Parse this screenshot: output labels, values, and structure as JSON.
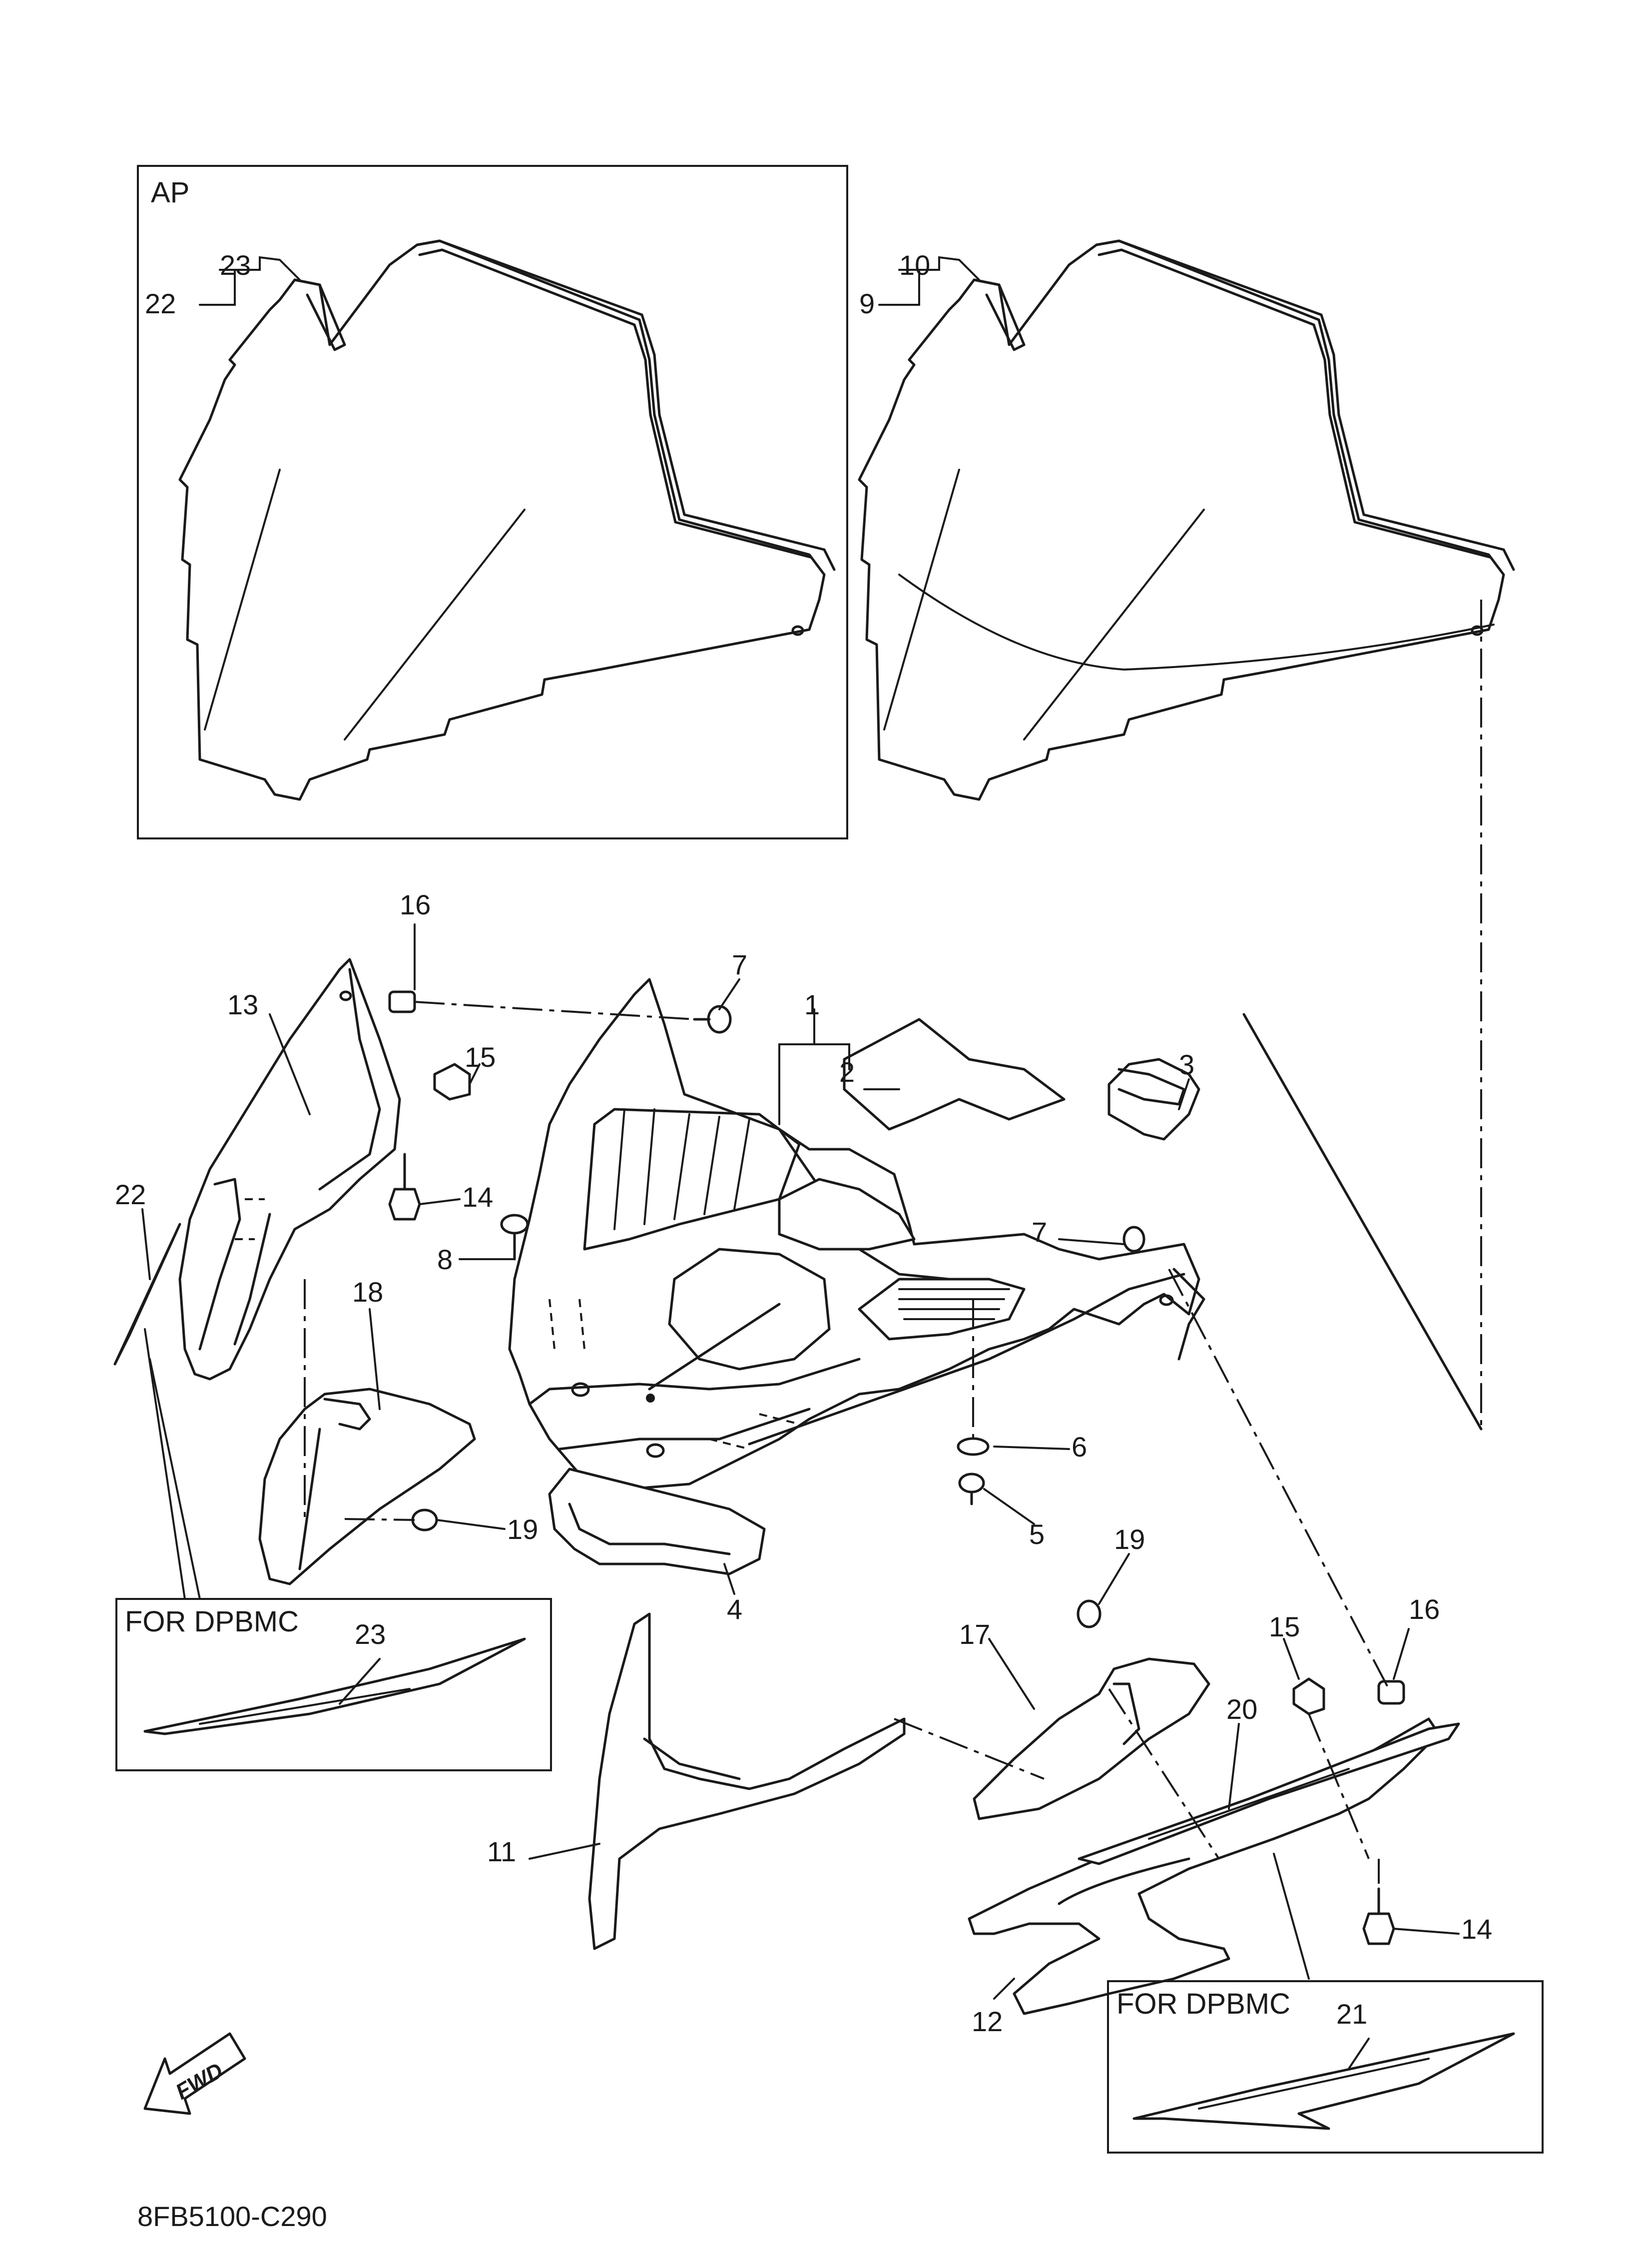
{
  "box_labels": {
    "ap": "AP",
    "for_dpbmc_left": "FOR DPBMC",
    "for_dpbmc_right": "FOR DPBMC"
  },
  "callouts": [
    {
      "id": "c1",
      "text": "1"
    },
    {
      "id": "c2",
      "text": "2"
    },
    {
      "id": "c3",
      "text": "3"
    },
    {
      "id": "c4",
      "text": "4"
    },
    {
      "id": "c5",
      "text": "5"
    },
    {
      "id": "c6",
      "text": "6"
    },
    {
      "id": "c7a",
      "text": "7"
    },
    {
      "id": "c7b",
      "text": "7"
    },
    {
      "id": "c8",
      "text": "8"
    },
    {
      "id": "c9",
      "text": "9"
    },
    {
      "id": "c10",
      "text": "10"
    },
    {
      "id": "c11",
      "text": "11"
    },
    {
      "id": "c12",
      "text": "12"
    },
    {
      "id": "c13",
      "text": "13"
    },
    {
      "id": "c14a",
      "text": "14"
    },
    {
      "id": "c14b",
      "text": "14"
    },
    {
      "id": "c15a",
      "text": "15"
    },
    {
      "id": "c15b",
      "text": "15"
    },
    {
      "id": "c16a",
      "text": "16"
    },
    {
      "id": "c16b",
      "text": "16"
    },
    {
      "id": "c17",
      "text": "17"
    },
    {
      "id": "c18",
      "text": "18"
    },
    {
      "id": "c19a",
      "text": "19"
    },
    {
      "id": "c19b",
      "text": "19"
    },
    {
      "id": "c20",
      "text": "20"
    },
    {
      "id": "c21",
      "text": "21"
    },
    {
      "id": "c22a",
      "text": "22"
    },
    {
      "id": "c22b",
      "text": "22"
    },
    {
      "id": "c23a",
      "text": "23"
    },
    {
      "id": "c23b",
      "text": "23"
    }
  ],
  "fwd_label": "FWD",
  "diagram_code": "8FB5100-C290"
}
